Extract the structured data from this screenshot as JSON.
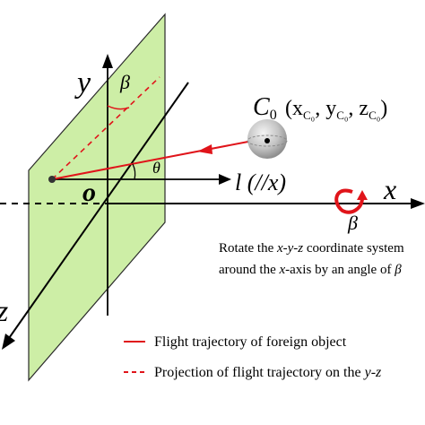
{
  "colors": {
    "plane_fill": "#cdeea6",
    "plane_stroke": "#2a2a2a",
    "axis": "#000000",
    "trajectory": "#e0141a",
    "sphere": "#c9c9c9"
  },
  "axes": {
    "y_label": "y",
    "x_label": "x",
    "z_label": "z",
    "origin_label": "o",
    "l_label": "l (//x)"
  },
  "angles": {
    "beta": "β",
    "theta": "θ"
  },
  "object": {
    "label_main": "C",
    "label_sub": "0",
    "coords": "(x",
    "coords_sub": "C₀",
    "coords_sep1": ", y",
    "coords_sep2": ", z",
    "coords_close": ")"
  },
  "rotation": {
    "arrow_label": "β",
    "note_line1_prefix": "Rotate the ",
    "note_line1_axes": "x-y-z",
    "note_line1_suffix": " coordinate system",
    "note_line2_prefix": "around the ",
    "note_line2_axis": "x",
    "note_line2_suffix": "-axis by an angle of ",
    "note_line2_angle": "β"
  },
  "legend": {
    "solid_label": "Flight trajectory of foreign object",
    "dashed_label_prefix": "Projection of flight trajectory on the ",
    "dashed_label_plane": "y-z"
  }
}
